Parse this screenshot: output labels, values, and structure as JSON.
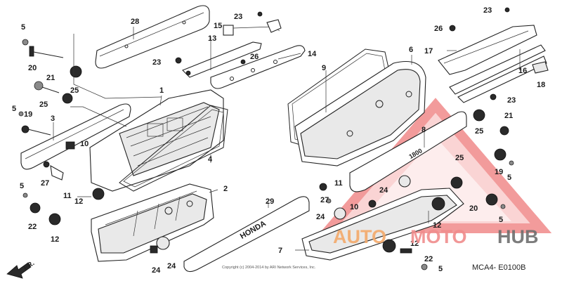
{
  "diagram": {
    "diagram_code": "MCA4- E0100B",
    "front_label": "FR.",
    "copyright": "Copyright (c) 2004-2014 by ARI Network Services, Inc.",
    "part_callouts": [
      "1",
      "2",
      "3",
      "4",
      "5",
      "6",
      "7",
      "8",
      "9",
      "10",
      "11",
      "12",
      "13",
      "14",
      "15",
      "16",
      "17",
      "18",
      "19",
      "20",
      "21",
      "22",
      "23",
      "24",
      "25",
      "26",
      "27",
      "28",
      "29"
    ],
    "emblem_text": "1800",
    "trim_text": "HONDA"
  },
  "watermark": {
    "part1": "AUTO",
    "part2": "MOTO",
    "part3": "HUB",
    "colors": {
      "auto": "#f4a96a",
      "moto": "#f08c8c",
      "hub": "#6e6e6e",
      "triangle": "#f05a5a"
    }
  }
}
